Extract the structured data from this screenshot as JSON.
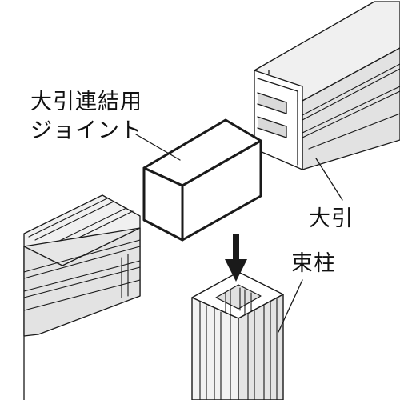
{
  "labels": {
    "joint_line1": "大引連結用",
    "joint_line2": "ジョイント",
    "beam": "大引",
    "post": "束柱"
  },
  "colors": {
    "line": "#1a1a1a",
    "face_light": "#ffffff",
    "face_mid": "#ececec",
    "face_dark": "#d7d7d7",
    "background": "#ffffff"
  }
}
